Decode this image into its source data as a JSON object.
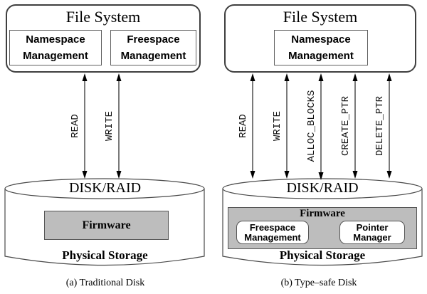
{
  "diagram_a": {
    "file_system": {
      "title": "File System",
      "modules": [
        "Namespace Management",
        "Freespace Management"
      ]
    },
    "operations": [
      "READ",
      "WRITE"
    ],
    "disk": {
      "title": "DISK/RAID",
      "firmware": "Firmware",
      "storage": "Physical Storage"
    },
    "caption": "(a) Traditional Disk"
  },
  "diagram_b": {
    "file_system": {
      "title": "File System",
      "modules": [
        "Namespace Management"
      ]
    },
    "operations": [
      "READ",
      "WRITE",
      "ALLOC_BLOCKS",
      "CREATE_PTR",
      "DELETE_PTR"
    ],
    "disk": {
      "title": "DISK/RAID",
      "firmware": "Firmware",
      "firmware_modules": [
        "Freespace Management",
        "Pointer Manager"
      ],
      "storage": "Physical Storage"
    },
    "caption": "(b) Type–safe Disk"
  },
  "colors": {
    "firmware_gray": "#bdbdbd",
    "outline": "#4a4a4a",
    "arrow": "#000000"
  }
}
